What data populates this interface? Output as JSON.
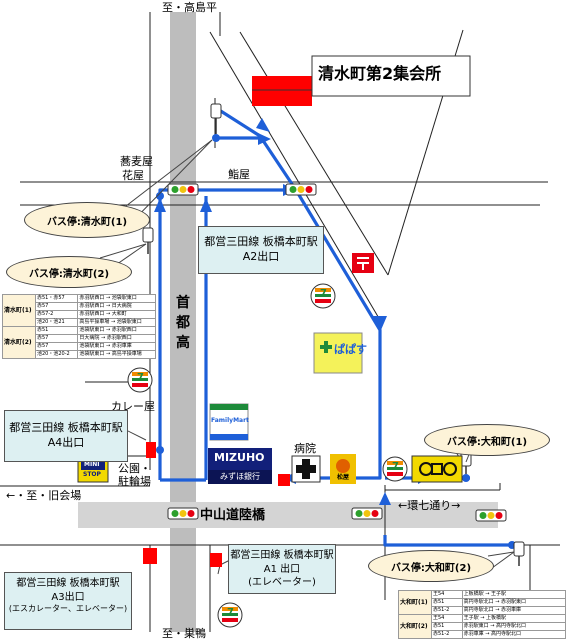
{
  "directions": {
    "north": "至・高島平",
    "south": "至・巣鴨",
    "west": "←・至・旧会場",
    "east": "←環七通り→"
  },
  "roads": {
    "expressway": [
      "首",
      "都",
      "高"
    ],
    "main_street": "中山道陸橋"
  },
  "venue": {
    "name": "清水町第2集会所",
    "color": "#ff0000"
  },
  "landmarks": {
    "soba": "蕎麦屋",
    "flower": "花屋",
    "sushi": "鮨屋",
    "curry": "カレー屋",
    "park_line1": "公園・",
    "park_line2": "駐輪場",
    "hospital": "病院",
    "bank_name": "MIZUHO",
    "bank_sub": "みずほ銀行",
    "familymart": "FamilyMart",
    "ministop_line1": "MINI",
    "ministop_line2": "STOP",
    "matsuya": "松屋",
    "pharmacy": "ぱぱす",
    "seven": "7"
  },
  "station_exits": {
    "a2": {
      "line1": "都営三田線 板橋本町駅",
      "line2": "A2出口"
    },
    "a4": {
      "line1": "都営三田線 板橋本町駅",
      "line2": "A4出口"
    },
    "a1": {
      "line1": "都営三田線 板橋本町駅",
      "line2": "A1 出口",
      "line3": "(エレベーター)"
    },
    "a3": {
      "line1": "都営三田線 板橋本町駅",
      "line2": "A3出口",
      "line3": "(エスカレーター、エレベーター)"
    }
  },
  "bus_stops": {
    "shimizu1": "バス停:清水町(1)",
    "shimizu2": "バス停:清水町(2)",
    "yamato1": "バス停:大和町(1)",
    "yamato2": "バス停:大和町(2)"
  },
  "timetable_shimizu": {
    "groups": [
      {
        "name": "清水町(1)",
        "rows": [
          [
            "赤51・赤57",
            "赤羽駅西口 → 池袋駅東口"
          ],
          [
            "赤57",
            "赤羽駅西口 → 日大病院"
          ],
          [
            "赤57-2",
            "赤羽駅西口 → 大和町"
          ],
          [
            "池20・池21",
            "高島平操車場 → 池袋駅東口"
          ]
        ]
      },
      {
        "name": "清水町(2)",
        "rows": [
          [
            "赤51",
            "池袋駅東口 → 赤羽駅西口"
          ],
          [
            "赤57",
            "日大病院 → 赤羽駅西口"
          ],
          [
            "赤57",
            "池袋駅東口 → 赤羽車庫"
          ],
          [
            "池20・池20-2",
            "池袋駅東口 → 高島平操車場"
          ]
        ]
      }
    ]
  },
  "timetable_yamato": {
    "groups": [
      {
        "name": "大和町(1)",
        "rows": [
          [
            "王54",
            "上板橋駅 → 王子駅"
          ],
          [
            "赤51",
            "高円寺駅北口 → 赤羽駅東口"
          ],
          [
            "赤51-2",
            "高円寺駅北口 → 赤羽車庫"
          ]
        ]
      },
      {
        "name": "大和町(2)",
        "rows": [
          [
            "王54",
            "王子駅 → 上板橋駅"
          ],
          [
            "赤51",
            "赤羽駅東口 → 高円寺駅北口"
          ],
          [
            "赤51-2",
            "赤羽車庫 → 高円寺駅北口"
          ]
        ]
      }
    ]
  },
  "colors": {
    "route": "#1e5fd8",
    "venue": "#ff0000",
    "expressway": "#bdbdbd",
    "exit_box": "#ddf0f2",
    "callout": "#fdf3d8",
    "seven_green": "#1d8a3a",
    "seven_orange": "#f08c00",
    "seven_red": "#e60012"
  }
}
